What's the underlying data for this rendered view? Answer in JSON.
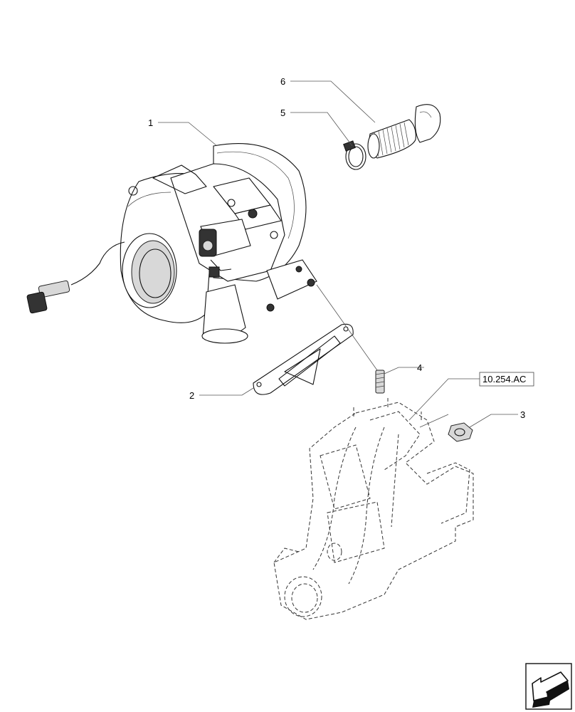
{
  "callouts": [
    {
      "id": "1",
      "label": "1"
    },
    {
      "id": "2",
      "label": "2"
    },
    {
      "id": "3",
      "label": "3"
    },
    {
      "id": "4",
      "label": "4"
    },
    {
      "id": "5",
      "label": "5"
    },
    {
      "id": "6",
      "label": "6"
    }
  ],
  "reference": {
    "label": "10.254.AC"
  },
  "icons": {
    "nav": "next-page-arrow-icon"
  }
}
